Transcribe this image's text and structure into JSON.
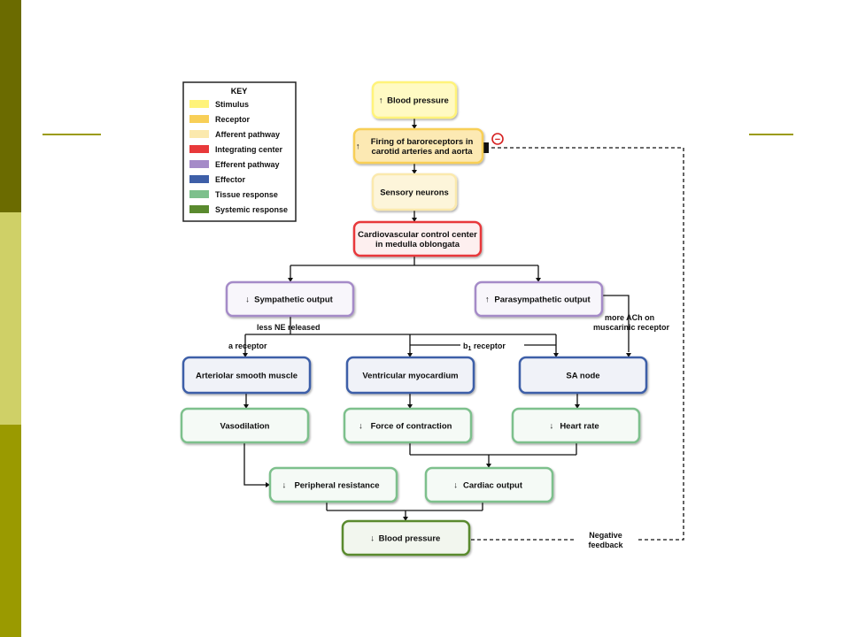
{
  "colors": {
    "stimulus": "#fff37a",
    "receptor": "#f8cf57",
    "afferent": "#fbe9ad",
    "integrating": "#e8393a",
    "efferent": "#a58bc8",
    "effector": "#3e5fa8",
    "tissue": "#7dc08c",
    "systemic": "#5a8a2e"
  },
  "key": {
    "title": "KEY",
    "items": [
      {
        "label": "Stimulus"
      },
      {
        "label": "Receptor"
      },
      {
        "label": "Afferent pathway"
      },
      {
        "label": "Integrating center"
      },
      {
        "label": "Efferent pathway"
      },
      {
        "label": "Effector"
      },
      {
        "label": "Tissue response"
      },
      {
        "label": "Systemic response"
      }
    ]
  },
  "nodes": {
    "bp_up": {
      "arrow": "↑",
      "lines": [
        "Blood pressure"
      ]
    },
    "baroreceptors": {
      "arrow": "↑",
      "lines": [
        "Firing of baroreceptors in",
        "carotid arteries and aorta"
      ]
    },
    "sensory": {
      "arrow": "",
      "lines": [
        "Sensory neurons"
      ]
    },
    "cv_center": {
      "arrow": "",
      "lines": [
        "Cardiovascular control center",
        "in medulla oblongata"
      ]
    },
    "sympathetic": {
      "arrow": "↓",
      "lines": [
        "Sympathetic output"
      ]
    },
    "parasympathetic": {
      "arrow": "↑",
      "lines": [
        "Parasympathetic output"
      ]
    },
    "arteriolar": {
      "arrow": "",
      "lines": [
        "Arteriolar smooth muscle"
      ]
    },
    "ventricular": {
      "arrow": "",
      "lines": [
        "Ventricular myocardium"
      ]
    },
    "sa_node": {
      "arrow": "",
      "lines": [
        "SA node"
      ]
    },
    "vasodilation": {
      "arrow": "",
      "lines": [
        "Vasodilation"
      ]
    },
    "force": {
      "arrow": "↓",
      "lines": [
        "Force of contraction"
      ]
    },
    "heart_rate": {
      "arrow": "↓",
      "lines": [
        "Heart rate"
      ]
    },
    "peripheral": {
      "arrow": "↓",
      "lines": [
        "Peripheral resistance"
      ]
    },
    "cardiac": {
      "arrow": "↓",
      "lines": [
        "Cardiac output"
      ]
    },
    "bp_down": {
      "arrow": "↓",
      "lines": [
        "Blood pressure"
      ]
    }
  },
  "labels": {
    "less_ne": "less NE released",
    "a_receptor": "a receptor",
    "b1_receptor": "b",
    "b1_sub": "1",
    "b1_rest": " receptor",
    "more_ach": "more ACh on",
    "muscarinic": "muscarinic receptor",
    "negative": "Negative",
    "feedback": "feedback",
    "minus": "−"
  }
}
